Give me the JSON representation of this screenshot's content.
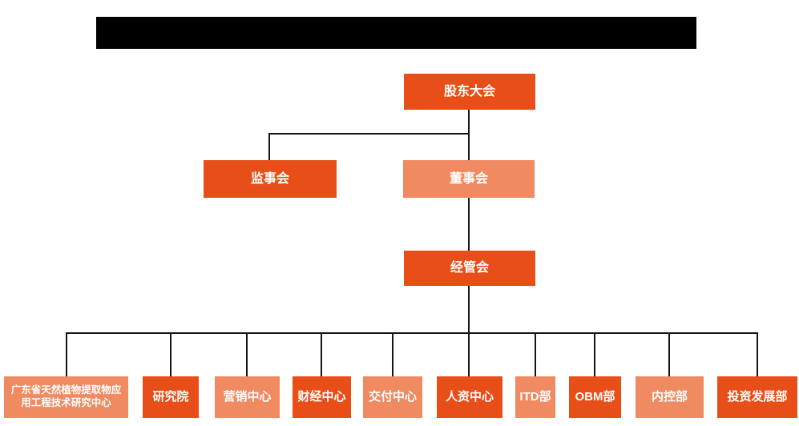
{
  "page": {
    "background_color": "#ffffff",
    "redacted_title_bar": {
      "description": "solid black rectangle covering the chart title",
      "color": "#000000"
    }
  },
  "org_chart": {
    "colors": {
      "primary_box": "#e84e17",
      "secondary_box": "#ef8a61",
      "connector_line": "#141414",
      "box_text": "#ffffff"
    },
    "levels": {
      "top": [
        {
          "id": "shareholders-meeting",
          "label": "股东大会",
          "variant": "primary"
        }
      ],
      "second": [
        {
          "id": "supervisory-board",
          "label": "监事会",
          "variant": "primary"
        },
        {
          "id": "board-of-directors",
          "label": "董事会",
          "variant": "secondary"
        }
      ],
      "third": [
        {
          "id": "management-committee",
          "label": "经管会",
          "variant": "primary"
        }
      ],
      "departments": [
        {
          "id": "gd-natural-plant-extract-research-center",
          "label": "广东省天然植物提取物应用工程技术研究中心",
          "variant": "secondary"
        },
        {
          "id": "research-institute",
          "label": "研究院",
          "variant": "primary"
        },
        {
          "id": "marketing-center",
          "label": "营销中心",
          "variant": "secondary"
        },
        {
          "id": "finance-center",
          "label": "财经中心",
          "variant": "primary"
        },
        {
          "id": "delivery-center",
          "label": "交付中心",
          "variant": "secondary"
        },
        {
          "id": "hr-center",
          "label": "人资中心",
          "variant": "primary"
        },
        {
          "id": "itd-department",
          "label": "ITD部",
          "variant": "secondary"
        },
        {
          "id": "obm-department",
          "label": "OBM部",
          "variant": "primary"
        },
        {
          "id": "internal-control-department",
          "label": "内控部",
          "variant": "secondary"
        },
        {
          "id": "investment-development-department",
          "label": "投资发展部",
          "variant": "primary"
        }
      ]
    }
  }
}
